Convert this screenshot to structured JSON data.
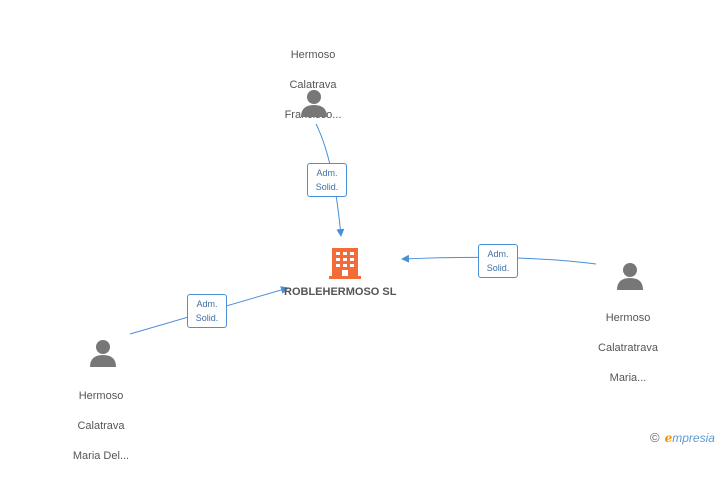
{
  "company": {
    "name": "ROBLEHERMOSO SL",
    "icon": "building-icon",
    "color": "#f26b38"
  },
  "persons": [
    {
      "lines": [
        "Hermoso",
        "Calatrava",
        "Francisco..."
      ],
      "icon": "person-icon"
    },
    {
      "lines": [
        "Hermoso",
        "Calatratrava",
        "Maria..."
      ],
      "icon": "person-icon"
    },
    {
      "lines": [
        "Hermoso",
        "Calatrava",
        "Maria Del..."
      ],
      "icon": "person-icon"
    }
  ],
  "relations": [
    {
      "line1": "Adm.",
      "line2": "Solid."
    },
    {
      "line1": "Adm.",
      "line2": "Solid."
    },
    {
      "line1": "Adm.",
      "line2": "Solid."
    }
  ],
  "colors": {
    "edge": "#4a90d9",
    "person": "#777777",
    "text": "#555555"
  },
  "brand": {
    "copyright": "©",
    "initial": "e",
    "rest": "mpresia"
  }
}
